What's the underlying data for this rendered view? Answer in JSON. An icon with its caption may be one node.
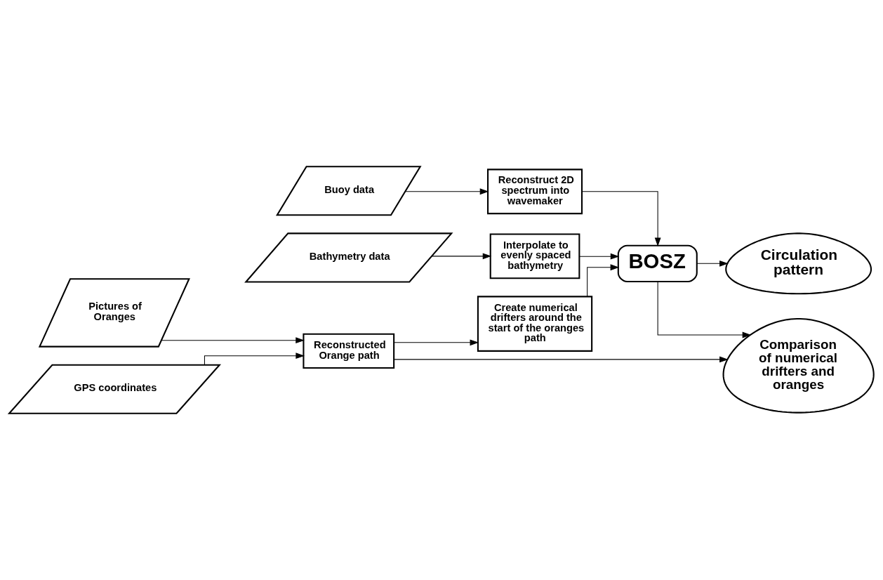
{
  "diagram": {
    "nodes": [
      {
        "text": [
          "Bathymetry data"
        ]
      },
      {
        "text": [
          "Interpolate to evenly spaced bathymetry"
        ]
      },
      {
        "text": [
          "Buoy data"
        ]
      },
      {
        "text": [
          "Reconstruct 2D spectrum into wavemaker"
        ]
      },
      {
        "text": [
          "Create numerical drifters around the start of the oranges path"
        ]
      },
      {
        "text": [
          "BOSZ"
        ]
      },
      {
        "text": [
          "Circulation pattern"
        ]
      },
      {
        "text": [
          "Pictures of Oranges"
        ]
      },
      {
        "text": [
          "Reconstructed Orange path"
        ]
      },
      {
        "text": [
          "Comparison of numerical drifters and oranges"
        ]
      },
      {
        "text": [
          "GPS coordinates"
        ]
      }
    ],
    "edges": [
      {
        "from": 0,
        "to": 1,
        "arrow": "to"
      },
      {
        "from": 1,
        "to": 5,
        "arrow": "to"
      },
      {
        "from": 2,
        "to": 3,
        "arrow": "to"
      },
      {
        "from": 3,
        "to": 5,
        "arrow": "to"
      },
      {
        "from": 4,
        "to": 5,
        "arrow": "to"
      },
      {
        "from": 5,
        "to": 6,
        "arrow": "to"
      },
      {
        "from": 5,
        "to": 9,
        "arrow": "to"
      },
      {
        "from": 7,
        "to": 8,
        "arrow": "to"
      },
      {
        "from": 8,
        "to": 4,
        "arrow": "to"
      },
      {
        "from": 8,
        "to": 9,
        "arrow": "to"
      },
      {
        "from": 10,
        "to": 8,
        "arrow": "to"
      }
    ]
  }
}
